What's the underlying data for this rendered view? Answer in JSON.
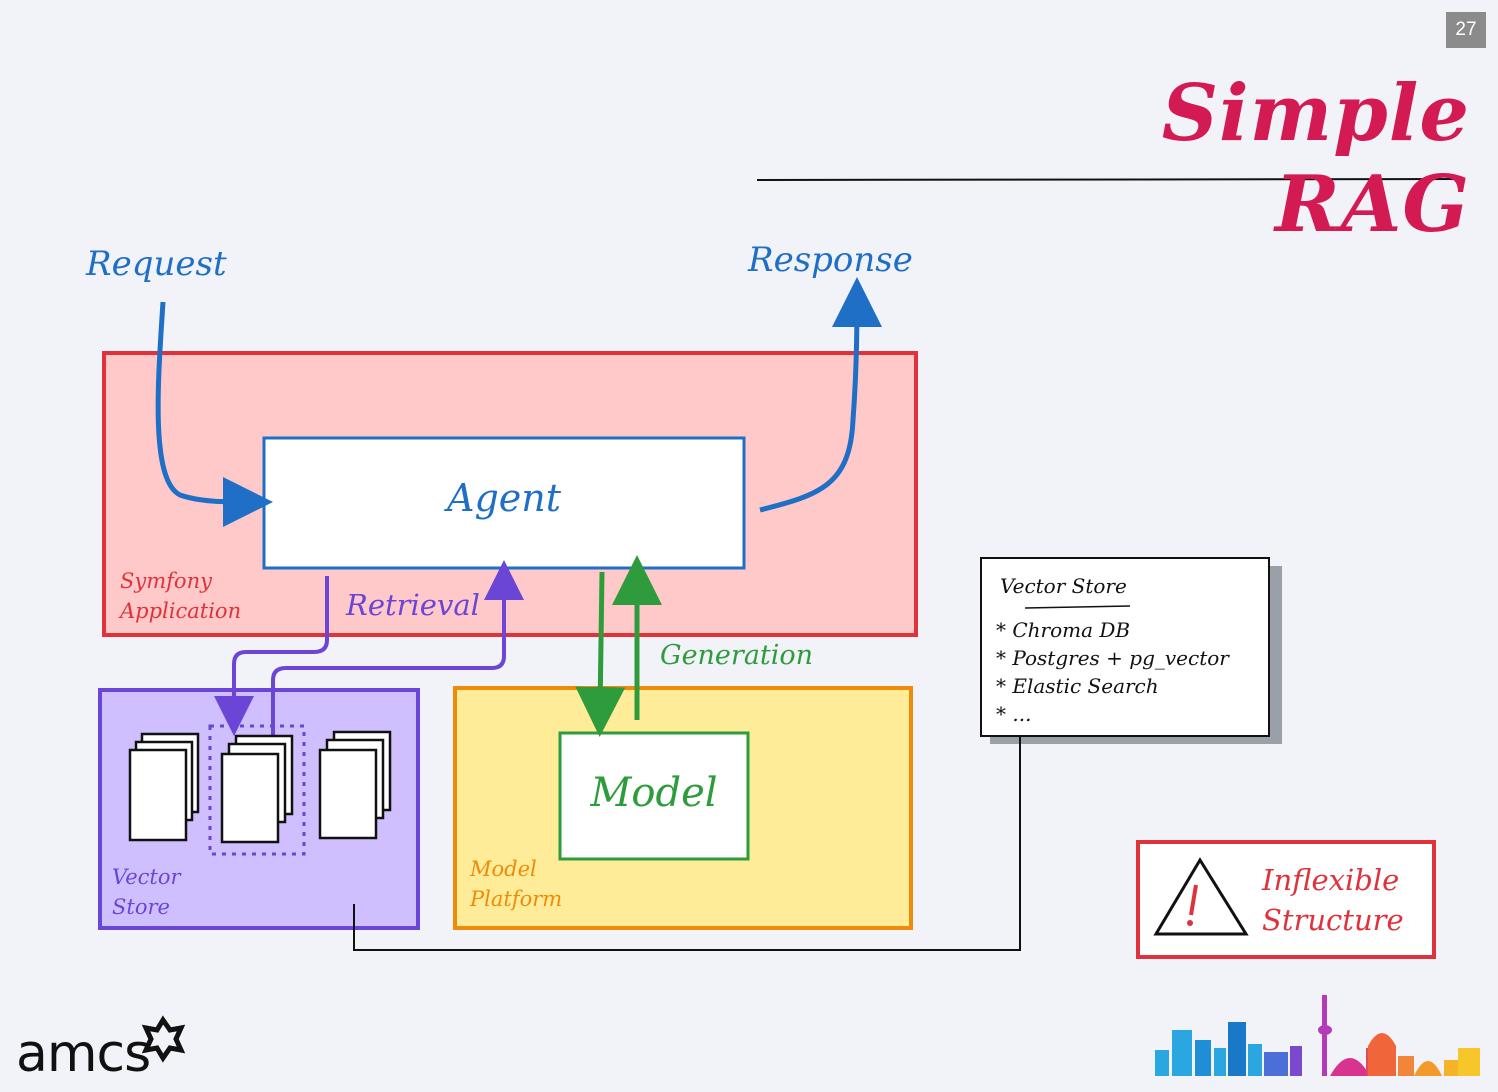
{
  "page_number": "27",
  "title": "Simple RAG",
  "diagram": {
    "request_label": "Request",
    "response_label": "Response",
    "agent_label": "Agent",
    "symfony_label_line1": "Symfony",
    "symfony_label_line2": "Application",
    "retrieval_label": "Retrieval",
    "generation_label": "Generation",
    "model_label": "Model",
    "model_platform_line1": "Model",
    "model_platform_line2": "Platform",
    "vector_store_line1": "Vector",
    "vector_store_line2": "Store"
  },
  "note": {
    "title": "Vector Store",
    "items": [
      "* Chroma DB",
      "* Postgres + pg_vector",
      "* Elastic Search",
      "* ..."
    ]
  },
  "warning": {
    "line1": "Inflexible",
    "line2": "Structure"
  },
  "logo_text": "amcs",
  "colors": {
    "title": "#d41a52",
    "blue": "#1e6fc5",
    "red": "#e0323b",
    "purple": "#6a45d6",
    "green": "#2e9c3c",
    "orange": "#ee8b0a"
  }
}
